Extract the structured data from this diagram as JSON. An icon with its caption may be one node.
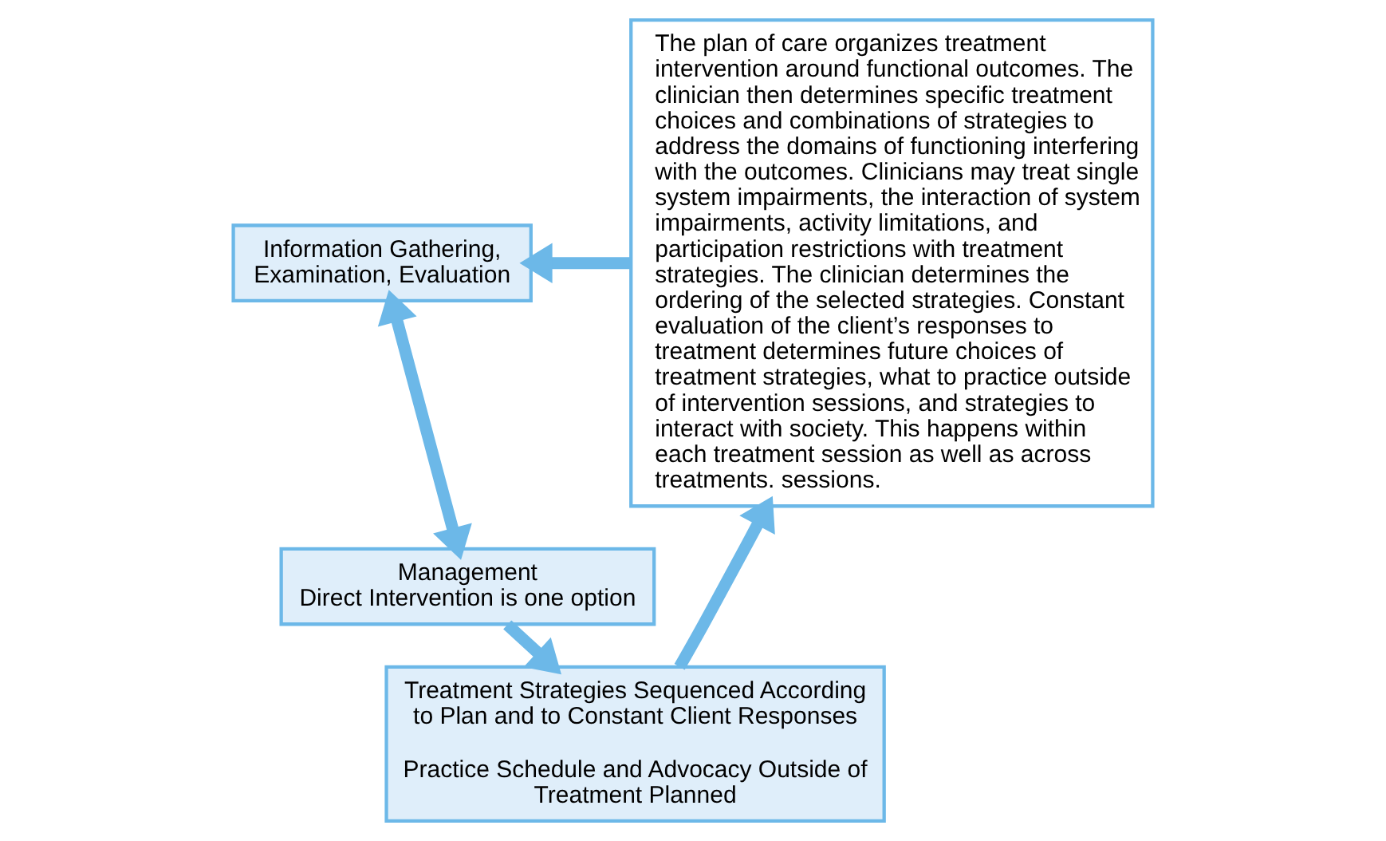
{
  "diagram": {
    "nodes": [
      {
        "text": [
          "Information Gathering, Examination, Evaluation"
        ]
      },
      {
        "text": [
          "Management",
          "Direct Intervention is one option"
        ]
      },
      {
        "text": [
          "Treatment Strategies Sequenced According to Plan and to Constant Client Responses",
          "Practice Schedule and Advocacy Outside of Treatment Planned"
        ]
      },
      {
        "text": [
          "The plan of care organizes treatment intervention around functional outcomes. The clinician then determines specific treatment choices and combinations of strategies to address the domains of functioning interfering with the outcomes. Clinicians may treat single system impairments, the interaction of system impairments, activity limitations, and participation restrictions with treatment strategies. The clinician determines the ordering of the selected strategies. Constant evaluation of the client’s responses to treatment determines future choices of treatment strategies, what to practice outside of intervention sessions, and strategies to interact with society. This happens within each treatment session as well as across treatments. sessions."
        ]
      }
    ],
    "edges": [
      {
        "from": 0,
        "to": 1,
        "arrow": "both"
      },
      {
        "from": 1,
        "to": 2,
        "arrow": "to"
      },
      {
        "from": 2,
        "to": 3,
        "arrow": "to"
      },
      {
        "from": 3,
        "to": 0,
        "arrow": "to"
      }
    ]
  }
}
